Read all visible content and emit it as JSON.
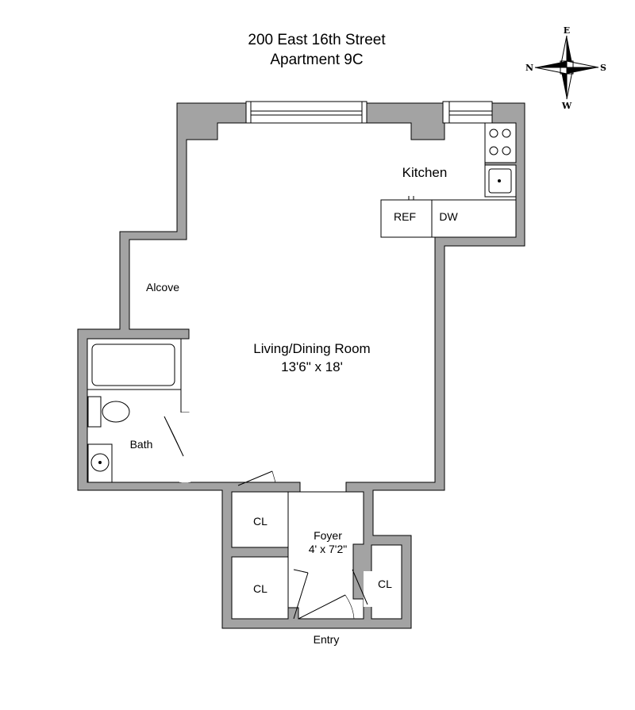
{
  "title": {
    "line1": "200 East 16th Street",
    "line2": "Apartment 9C"
  },
  "compass": {
    "north": "N",
    "south": "S",
    "east": "E",
    "west": "W"
  },
  "rooms": {
    "kitchen": "Kitchen",
    "ref": "REF",
    "dw": "DW",
    "alcove": "Alcove",
    "living_name": "Living/Dining Room",
    "living_dims": "13'6\" x 18'",
    "bath": "Bath",
    "closet_upper": "CL",
    "closet_lower": "CL",
    "closet_right": "CL",
    "foyer_name": "Foyer",
    "foyer_dims": "4' x 7'2\"",
    "entry": "Entry"
  },
  "colors": {
    "wall_fill": "#a3a3a3",
    "wall_stroke": "#000000",
    "floor": "#ffffff"
  }
}
